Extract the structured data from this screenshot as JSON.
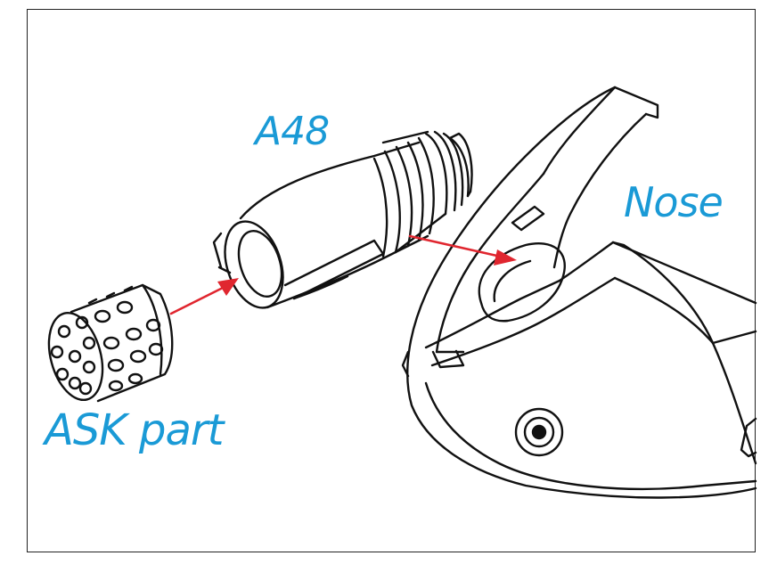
{
  "labels": {
    "a48": "A48",
    "nose": "Nose",
    "ask_part": "ASK part"
  },
  "colors": {
    "label": "#1a9ad6",
    "arrow": "#e0262f",
    "line": "#111111"
  }
}
